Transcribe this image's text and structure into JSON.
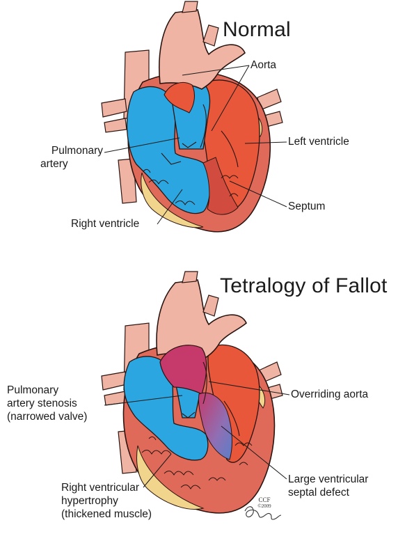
{
  "panels": [
    {
      "title": "Normal",
      "labels": {
        "aorta": "Aorta",
        "left_ventricle": "Left ventricle",
        "pulmonary_artery": [
          "Pulmonary",
          "artery"
        ],
        "septum": "Septum",
        "right_ventricle": "Right ventricle"
      }
    },
    {
      "title": "Tetralogy of Fallot",
      "labels": {
        "pulmonary_stenosis": [
          "Pulmonary",
          "artery stenosis",
          "(narrowed valve)"
        ],
        "overriding_aorta": "Overriding aorta",
        "rv_hypertrophy": [
          "Right ventricular",
          "hypertrophy",
          "(thickened muscle)"
        ],
        "vsd": [
          "Large ventricular",
          "septal defect"
        ]
      }
    }
  ],
  "credit": {
    "org": "CCF",
    "year": "©2009"
  },
  "colors": {
    "deoxygenated": "#2ba6e0",
    "oxygenated": "#e8573a",
    "mixed": "#c53a6a",
    "muscle": "#e06a5a",
    "vessel": "#f0b4a4",
    "fat": "#f2d58c",
    "outline": "#2a1410"
  }
}
